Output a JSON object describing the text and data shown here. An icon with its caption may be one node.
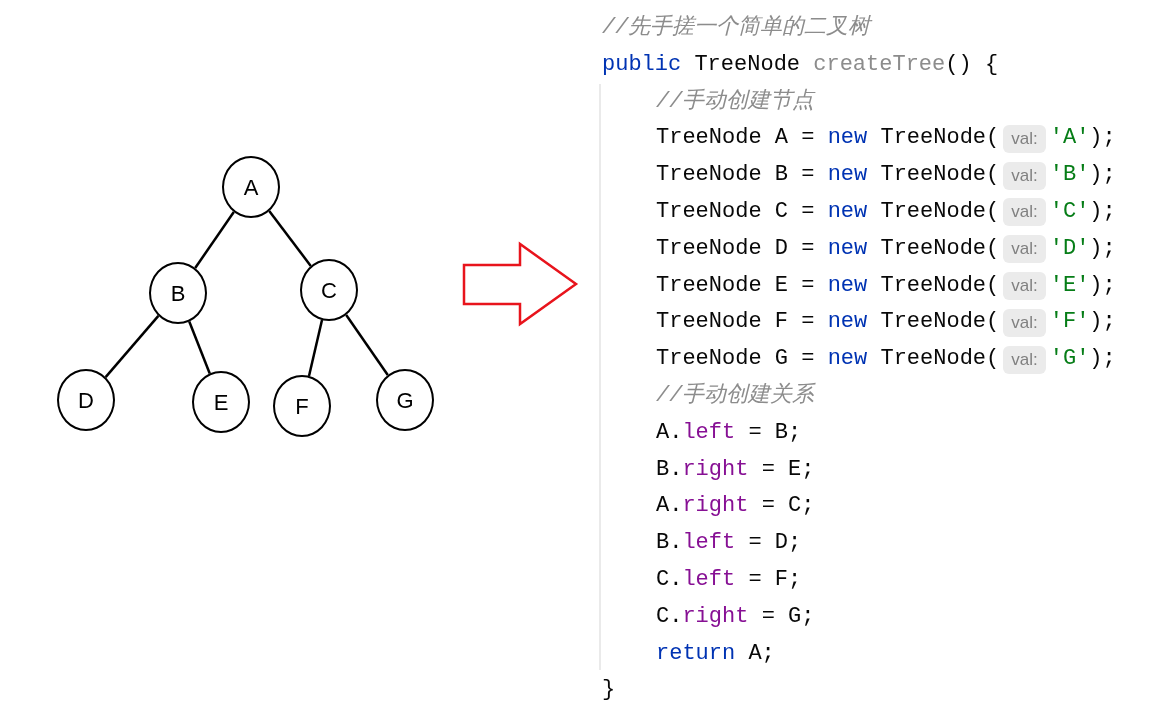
{
  "diagram": {
    "nodes": [
      {
        "text": [
          "A"
        ]
      },
      {
        "text": [
          "B"
        ]
      },
      {
        "text": [
          "C"
        ]
      },
      {
        "text": [
          "D"
        ]
      },
      {
        "text": [
          "E"
        ]
      },
      {
        "text": [
          "F"
        ]
      },
      {
        "text": [
          "G"
        ]
      }
    ],
    "edges": [
      {
        "from": 0,
        "to": 1,
        "arrow": "none"
      },
      {
        "from": 0,
        "to": 2,
        "arrow": "none"
      },
      {
        "from": 1,
        "to": 3,
        "arrow": "none"
      },
      {
        "from": 1,
        "to": 4,
        "arrow": "none"
      },
      {
        "from": 2,
        "to": 5,
        "arrow": "none"
      },
      {
        "from": 2,
        "to": 6,
        "arrow": "none"
      }
    ],
    "labels": [
      "//先手搓一个简单的二叉树",
      "public TreeNode createTree() {",
      "//手动创建节点",
      "TreeNode A = new TreeNode(",
      "val:",
      "'A');",
      "TreeNode B = new TreeNode(",
      "val:",
      "'B');",
      "TreeNode C = new TreeNode(",
      "val:",
      "'C');",
      "TreeNode D = new TreeNode(",
      "val:",
      "'D');",
      "TreeNode E = new TreeNode(",
      "val:",
      "'E');",
      "TreeNode F = new TreeNode(",
      "val:",
      "'F');",
      "TreeNode G = new TreeNode(",
      "val:",
      "'G');",
      "//手动创建关系",
      "A.left = B;",
      "B.right = E;",
      "A.right = C;",
      "B.left = D;",
      "C.left = F;",
      "C.right = G;",
      "return A;",
      "}"
    ]
  }
}
